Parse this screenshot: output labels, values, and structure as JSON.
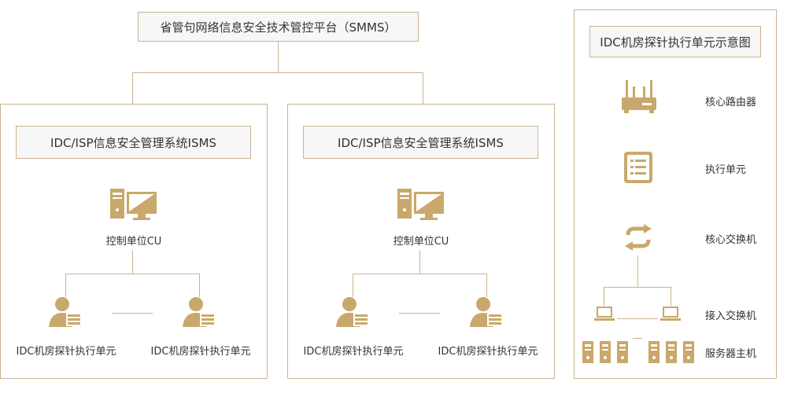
{
  "top": {
    "title": "省管句网络信息安全技术管控平台（SMMS）"
  },
  "isms_panels": [
    {
      "title": "IDC/ISP信息安全管理系统ISMS",
      "cu_label": "控制单位CU",
      "probe_left": "IDC机房探针执行单元",
      "probe_right": "IDC机房探针执行单元"
    },
    {
      "title": "IDC/ISP信息安全管理系统ISMS",
      "cu_label": "控制单位CU",
      "probe_left": "IDC机房探针执行单元",
      "probe_right": "IDC机房探针执行单元"
    }
  ],
  "legend": {
    "title": "IDC机房探针执行单元示意图",
    "items": [
      {
        "icon": "router-icon",
        "label": "核心路由器"
      },
      {
        "icon": "execution-unit-icon",
        "label": "执行单元"
      },
      {
        "icon": "core-switch-icon",
        "label": "核心交换机"
      },
      {
        "icon": "access-switch-icon",
        "label": "接入交换机"
      },
      {
        "icon": "server-host-icon",
        "label": "服务器主机"
      }
    ]
  },
  "colors": {
    "accent": "#c9a86b",
    "border": "#c9b391",
    "label_bg": "#f7f7f7"
  }
}
